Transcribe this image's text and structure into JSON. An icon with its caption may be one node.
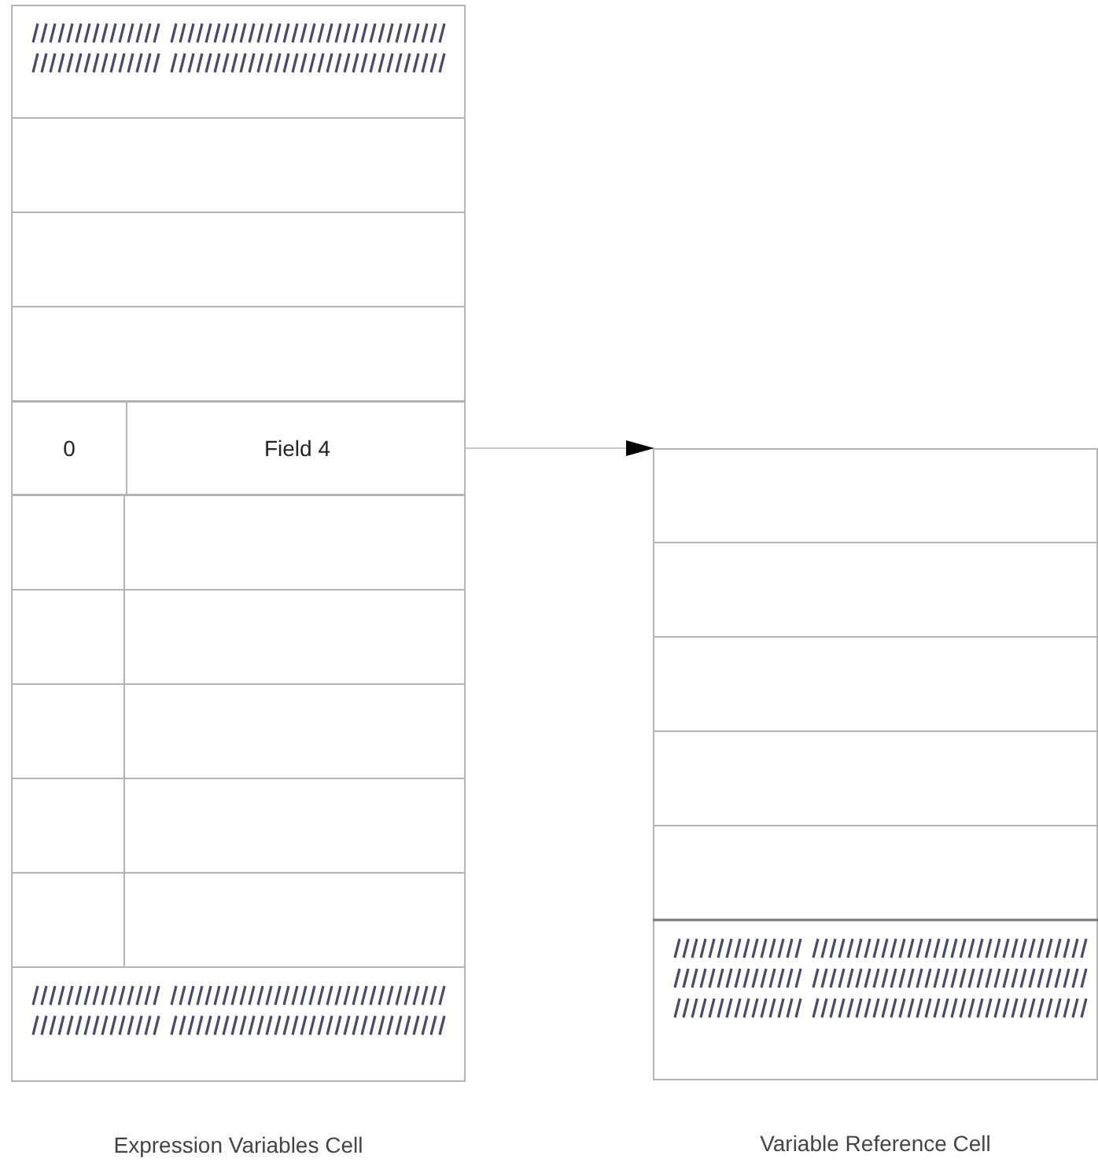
{
  "diagram": {
    "nodes": [
      {
        "text": [
          "Expression Variables Cell"
        ]
      },
      {
        "text": [
          "0",
          "Field 4"
        ],
        "in": 0
      },
      {
        "text": [
          "Variable Reference Cell"
        ]
      }
    ],
    "edges": [
      {
        "from": 1,
        "to": 2,
        "arrow": "to"
      }
    ]
  }
}
